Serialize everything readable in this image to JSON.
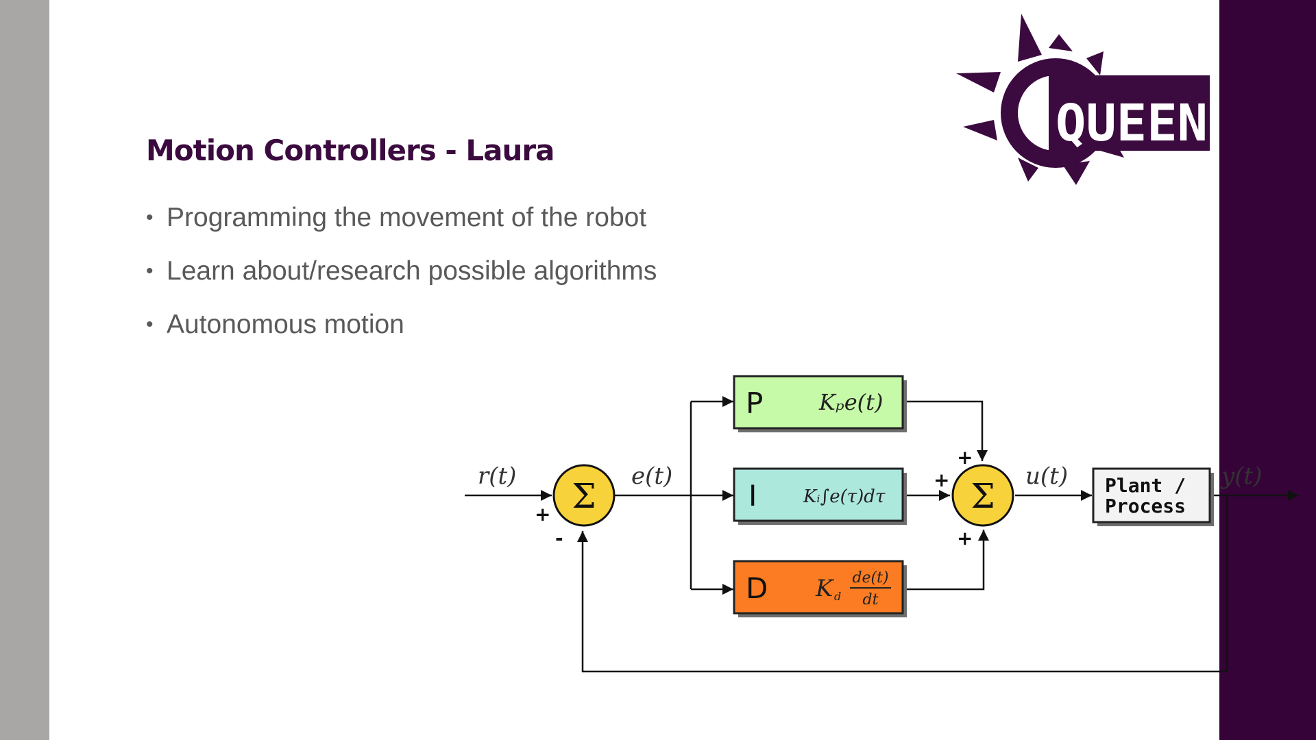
{
  "slide": {
    "title": "Motion Controllers - Laura",
    "bullets": [
      "Programming the movement of the robot",
      "Learn about/research possible algorithms",
      "Autonomous motion"
    ]
  },
  "logo": {
    "text": "QUEEN",
    "icon": "gear-icon",
    "color": "#3b0a3f"
  },
  "colors": {
    "left_bar": "#a9a6a6",
    "right_bar": "#350338",
    "title": "#3b0a3f",
    "p_block": "#c6f9a8",
    "i_block": "#ade8dd",
    "d_block": "#fb7c22",
    "sum_node": "#f7d23a"
  },
  "diagram": {
    "input_signal": "r(t)",
    "error_signal": "e(t)",
    "control_signal": "u(t)",
    "output_signal": "y(t)",
    "sum_symbol": "Σ",
    "sign_plus": "+",
    "sign_minus": "-",
    "p_block": {
      "label": "P",
      "formula": "Kₚe(t)"
    },
    "i_block": {
      "label": "I",
      "formula": "Kᵢ∫e(τ)dτ"
    },
    "d_block": {
      "label": "D",
      "formula": "K_d de(t)/dt",
      "coef": "K",
      "sub": "d",
      "num": "de(t)",
      "den": "dt"
    },
    "plant": {
      "line1": "Plant /",
      "line2": "Process"
    }
  }
}
